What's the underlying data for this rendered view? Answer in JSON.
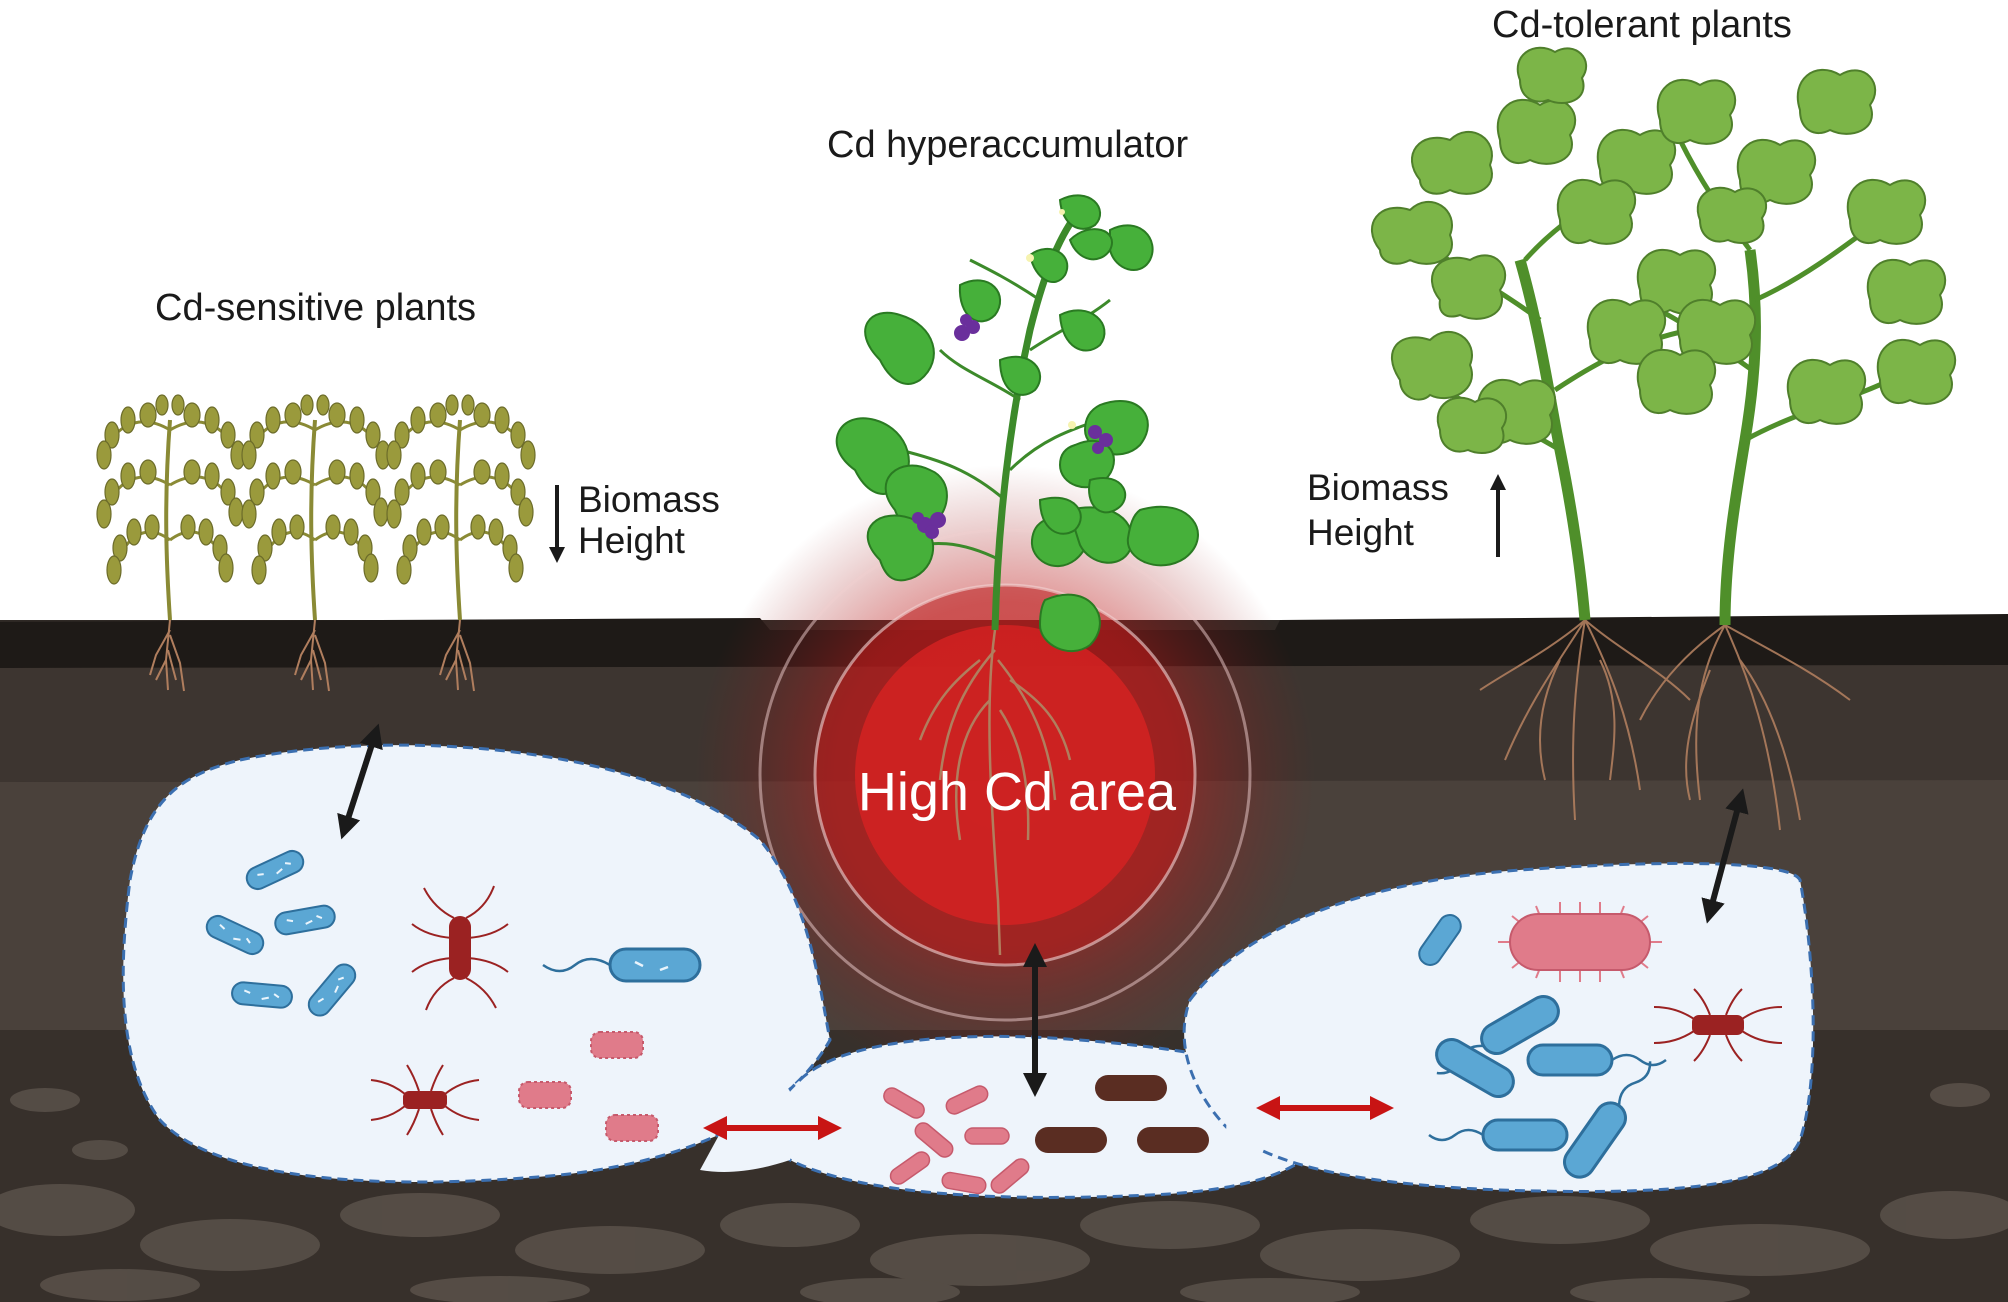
{
  "labels": {
    "sensitive_plants": "Cd-sensitive plants",
    "hyperaccumulator": "Cd hyperaccumulator",
    "tolerant_plants": "Cd-tolerant plants",
    "high_cd_area": "High Cd area",
    "left_biomass": "Biomass",
    "left_height": "Height",
    "right_biomass": "Biomass",
    "right_height": "Height"
  },
  "colors": {
    "soil_top": "#1e1a17",
    "soil_mid": "#3d3530",
    "soil_deep": "#2e2925",
    "pocket_fill": "#eef4fb",
    "pocket_border": "#3b6fb0",
    "high_cd": "#c81e1e",
    "blue_bacteria": "#5ba7d4",
    "pink_bacteria": "#e07b8a",
    "dark_red_bacteria": "#9b2222",
    "brown_bacteria": "#5a2d22",
    "red_arrow": "#c81414",
    "wilted_plant": "#9a9a3c",
    "healthy_leaf": "#46b03a",
    "tomato_leaf": "#7cb548",
    "berry": "#6a2f9c"
  },
  "icons": {
    "sensitive_plant": "wilted-plant-icon",
    "hyperaccumulator_plant": "nightshade-plant-icon",
    "tolerant_plant": "tomato-plant-icon",
    "bacteria": "bacteria-icon",
    "arrow_down": "arrow-down-icon",
    "arrow_up": "arrow-up-icon"
  }
}
